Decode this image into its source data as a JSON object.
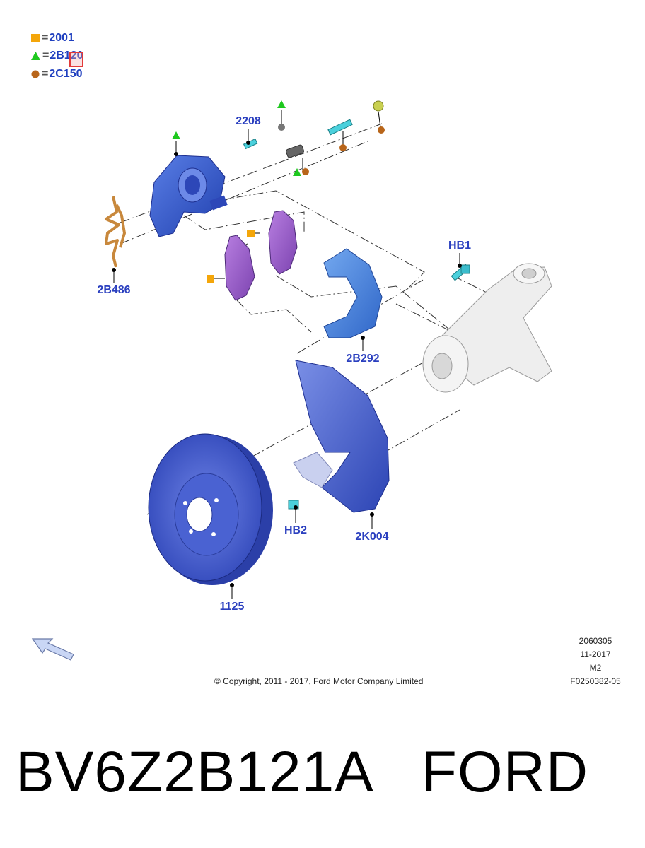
{
  "legend": [
    {
      "shape": "square",
      "color": "#f4a60a",
      "code": "2001"
    },
    {
      "shape": "triangle",
      "color": "#1ec81e",
      "code": "2B120"
    },
    {
      "shape": "circle",
      "color": "#b8651a",
      "code": "2C150"
    }
  ],
  "callouts": {
    "c2208": "2208",
    "c2b486": "2B486",
    "chb1": "HB1",
    "c2b292": "2B292",
    "chb2": "HB2",
    "c2k004": "2K004",
    "c1125": "1125"
  },
  "meta": {
    "line1": "2060305",
    "line2": "11-2017",
    "line3": "M2",
    "line4": "F0250382-05"
  },
  "copyright": "© Copyright, 2011 - 2017, Ford Motor Company Limited",
  "caption": {
    "part_number": "BV6Z2B121A",
    "brand": "FORD"
  },
  "colors": {
    "callout_text": "#2a3fbf",
    "caliper": "#3b5fd6",
    "pads": "#a063c9",
    "bracket": "#4a86dc",
    "rotor": "#4a5fd0",
    "shield": "#4d64cf",
    "knuckle": "#e6e6e6",
    "clip": "#c8883c",
    "bolt": "#4bd0dc"
  }
}
